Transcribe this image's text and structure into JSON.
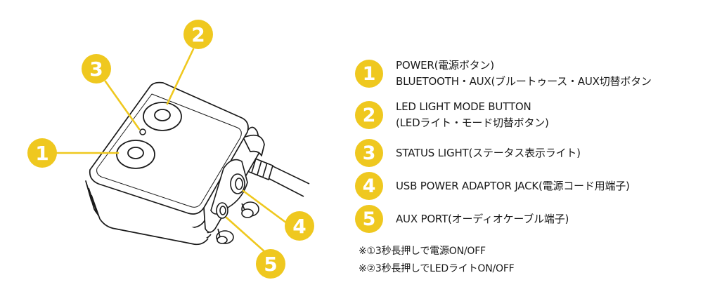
{
  "callouts": [
    "1",
    "2",
    "3",
    "4",
    "5"
  ],
  "legend": [
    {
      "number": "1",
      "lines": [
        "POWER(電源ボタン)",
        "BLUETOOTH・AUX(ブルートゥース・AUX切替ボタン"
      ]
    },
    {
      "number": "2",
      "lines": [
        "LED LIGHT MODE BUTTON",
        "(LEDライト・モード切替ボタン)"
      ]
    },
    {
      "number": "3",
      "lines": [
        "STATUS LIGHT(ステータス表示ライト)"
      ]
    },
    {
      "number": "4",
      "lines": [
        "USB POWER ADAPTOR JACK(電源コード用端子)"
      ]
    },
    {
      "number": "5",
      "lines": [
        "AUX PORT(オーディオケーブル端子)"
      ]
    }
  ],
  "notes": [
    "※①3秒長押しで電源ON/OFF",
    "※②3秒長押しでLEDライトON/OFF"
  ],
  "colors": {
    "badge": "#efc81f",
    "outline": "#1a1a1a",
    "leader": "#efc81f"
  }
}
